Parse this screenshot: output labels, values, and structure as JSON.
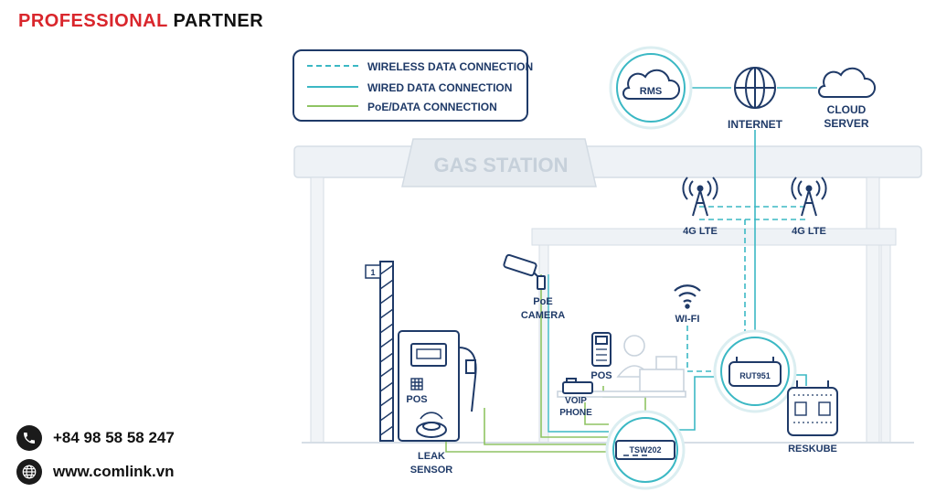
{
  "brand": {
    "part1": "PROFESSIONAL",
    "part2": "PARTNER"
  },
  "contact": {
    "phone": "+84 98 58 58 247",
    "website": "www.comlink.vn"
  },
  "legend": {
    "wireless": "WIRELESS DATA CONNECTION",
    "wired": "WIRED DATA CONNECTION",
    "poe": "PoE/DATA CONNECTION"
  },
  "labels": {
    "gas_station": "GAS STATION",
    "rms": "RMS",
    "internet": "INTERNET",
    "cloud_line1": "CLOUD",
    "cloud_line2": "SERVER",
    "lte_left": "4G LTE",
    "lte_right": "4G LTE",
    "poe_camera_line1": "PoE",
    "poe_camera_line2": "CAMERA",
    "wifi": "WI-FI",
    "pos_pump": "POS",
    "pos_counter": "POS",
    "voip_line1": "VOIP",
    "voip_line2": "PHONE",
    "leak_line1": "LEAK",
    "leak_line2": "SENSOR",
    "router": "RUT951",
    "switch": "TSW202",
    "reskube": "RESKUBE",
    "pump_number": "1"
  },
  "colors": {
    "brand_red": "#d9262c",
    "navy": "#1f3a68",
    "teal": "#3bb8c4",
    "green": "#8fc463",
    "building": "#e7ecf1"
  }
}
